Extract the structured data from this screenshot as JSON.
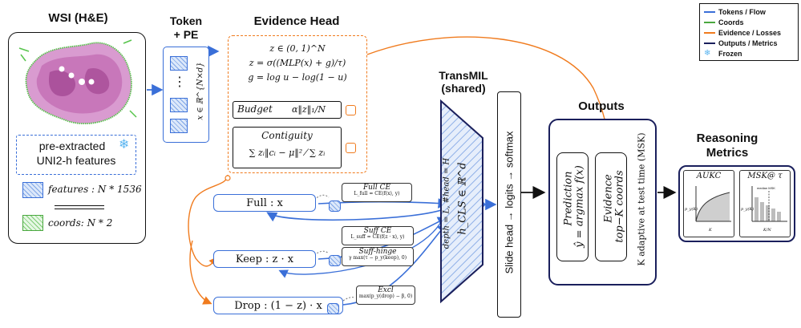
{
  "headers": {
    "wsi": "WSI (H&E)",
    "token_line1": "Token",
    "token_line2": "+ PE",
    "evidence_head": "Evidence Head",
    "transmil_line1": "TransMIL",
    "transmil_line2": "(shared)",
    "outputs": "Outputs",
    "reasoning_line1": "Reasoning",
    "reasoning_line2": "Metrics"
  },
  "wsi": {
    "preextracted_line1": "pre-extracted",
    "preextracted_line2": "UNI2-h features",
    "features_label": "features : N * 1536",
    "coords_label": "coords: N * 2"
  },
  "token": {
    "dots": "⋮",
    "dim_label": "x ∈ ℝ^{N×d}"
  },
  "evidence": {
    "eq1": "z ∈ (0, 1)^N",
    "eq2": "z = σ((MLP(x) + g)/τ)",
    "eq3": "g = log u − log(1 − u)",
    "budget_name": "Budget",
    "budget_formula": "α‖z‖₁/N",
    "contiguity_name": "Contiguity",
    "contiguity_formula": "∑ zᵢ‖cᵢ − μ‖² ⁄ ∑ zᵢ"
  },
  "branches": {
    "full": "Full : x",
    "keep": "Keep : z · x",
    "drop": "Drop : (1 − z) · x"
  },
  "losses": {
    "full_title": "Full CE",
    "full_formula": "L_full = CE(f(x), y)",
    "suff_title": "Suff CE",
    "suff_formula": "L_suff = CE(f(z · x), y)",
    "hinge_title": "Suff-hinge",
    "hinge_formula": "γ max(τ − p_y(keep), 0)",
    "excl_title": "Excl",
    "excl_formula": "max(p_y(drop) − β, 0)"
  },
  "transmil": {
    "depth_label": "depth = L, #head = H",
    "hcls_label": "h_CLS ∈ ℝ^d"
  },
  "slide_head": "Slide head → logits → softmax",
  "outputs": {
    "prediction_title": "Prediction",
    "prediction_formula": "ŷ = argmax f(x)",
    "evidence_title": "Evidence",
    "evidence_formula": "top−K coords",
    "k_adaptive": "K adaptive at test time (MSK)"
  },
  "metrics": {
    "aukc": "AUKC",
    "msk": "MSK@ τ",
    "aukc_ylabel": "p_y(K)",
    "aukc_xlabel": "K",
    "msk_ylabel": "p_y(K)",
    "msk_xlabel": "K/N",
    "msk_marker": "median MSK"
  },
  "legend": [
    {
      "label": "Tokens / Flow",
      "color": "#3a6fd8",
      "kind": "line"
    },
    {
      "label": "Coords",
      "color": "#4aa83f",
      "kind": "line"
    },
    {
      "label": "Evidence / Losses",
      "color": "#f07b1e",
      "kind": "line"
    },
    {
      "label": "Outputs / Metrics",
      "color": "#1a1f5c",
      "kind": "line"
    },
    {
      "label": "Frozen",
      "color": "#5bb5f0",
      "kind": "snow"
    }
  ],
  "icons": {
    "snowflake": "❄"
  }
}
